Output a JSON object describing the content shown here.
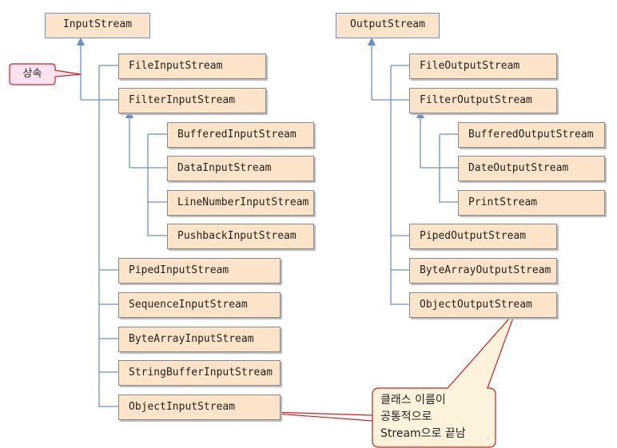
{
  "input": {
    "root": "InputStream",
    "children": [
      "FileInputStream",
      "FilterInputStream",
      "PipedInputStream",
      "SequenceInputStream",
      "ByteArrayInputStream",
      "StringBufferInputStream",
      "ObjectInputStream"
    ],
    "filter_children": [
      "BufferedInputStream",
      "DataInputStream",
      "LineNumberInputStream",
      "PushbackInputStream"
    ]
  },
  "output": {
    "root": "OutputStream",
    "children": [
      "FileOutputStream",
      "FilterOutputStream",
      "PipedOutputStream",
      "ByteArrayOutputStream",
      "ObjectOutputStream"
    ],
    "filter_children": [
      "BufferedOutputStream",
      "DateOutputStream",
      "PrintStream"
    ]
  },
  "callouts": {
    "inheritance": "상속",
    "naming_line1": "클래스 이름이",
    "naming_line2": "공통적으로",
    "naming_line3": "Stream으로 끝남"
  },
  "colors": {
    "box_fill": "#fbe4c9",
    "connector": "#6d8fc9",
    "callout_border": "#cc2020",
    "inherit_fill": "#fde3ef",
    "naming_fill": "#fdf3dc"
  }
}
